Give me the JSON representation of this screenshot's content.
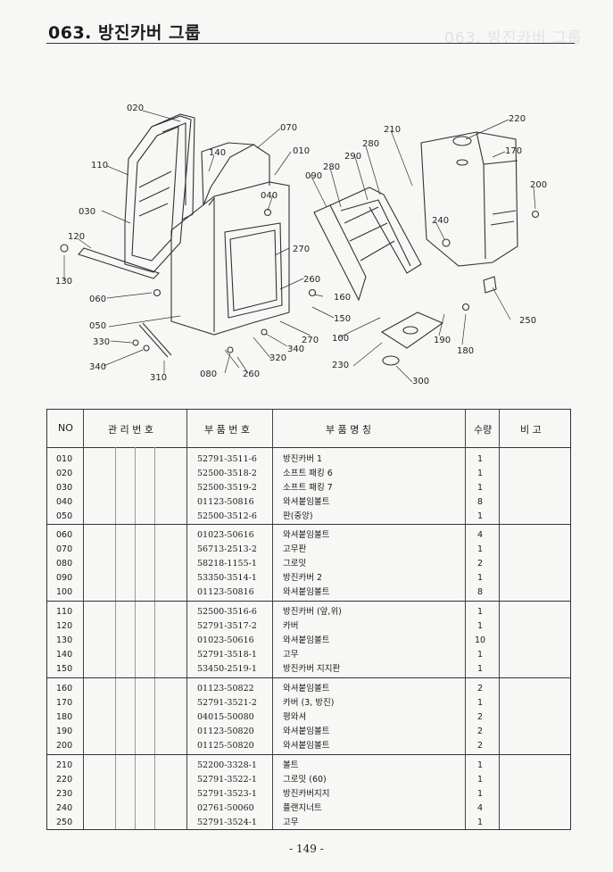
{
  "header": {
    "title": "063. 방진카버 그룹"
  },
  "diagram": {
    "callouts": [
      "020",
      "070",
      "010",
      "210",
      "280",
      "220",
      "170",
      "110",
      "140",
      "290",
      "280",
      "090",
      "040",
      "200",
      "030",
      "240",
      "120",
      "270",
      "130",
      "260",
      "160",
      "060",
      "150",
      "050",
      "270",
      "100",
      "330",
      "340",
      "190",
      "180",
      "340",
      "320",
      "230",
      "310",
      "080",
      "260",
      "300",
      "250"
    ]
  },
  "table": {
    "headers": {
      "no": "NO",
      "mgmt": "관 리 번 호",
      "part_no": "부 품 번 호",
      "name": "부 품 명 칭",
      "qty": "수량",
      "remark": "비 고"
    },
    "groups": [
      [
        {
          "no": "010",
          "part": "52791-3511-6",
          "name": "방진카버 1",
          "qty": "1"
        },
        {
          "no": "020",
          "part": "52500-3518-2",
          "name": "소프트 패킹 6",
          "qty": "1"
        },
        {
          "no": "030",
          "part": "52500-3519-2",
          "name": "소프트 패킹 7",
          "qty": "1"
        },
        {
          "no": "040",
          "part": "01123-50816",
          "name": "와셔붙임볼트",
          "qty": "8"
        },
        {
          "no": "050",
          "part": "52500-3512-6",
          "name": "판(중앙)",
          "qty": "1"
        }
      ],
      [
        {
          "no": "060",
          "part": "01023-50616",
          "name": "와셔붙임볼트",
          "qty": "4"
        },
        {
          "no": "070",
          "part": "56713-2513-2",
          "name": "고무판",
          "qty": "1"
        },
        {
          "no": "080",
          "part": "58218-1155-1",
          "name": "그로밋",
          "qty": "2"
        },
        {
          "no": "090",
          "part": "53350-3514-1",
          "name": "방진카버 2",
          "qty": "1"
        },
        {
          "no": "100",
          "part": "01123-50816",
          "name": "와셔붙임볼트",
          "qty": "8"
        }
      ],
      [
        {
          "no": "110",
          "part": "52500-3516-6",
          "name": "방진카버 (앞,위)",
          "qty": "1"
        },
        {
          "no": "120",
          "part": "52791-3517-2",
          "name": "카버",
          "qty": "1"
        },
        {
          "no": "130",
          "part": "01023-50616",
          "name": "와셔붙임볼트",
          "qty": "10"
        },
        {
          "no": "140",
          "part": "52791-3518-1",
          "name": "고무",
          "qty": "1"
        },
        {
          "no": "150",
          "part": "53450-2519-1",
          "name": "방진카버 지지판",
          "qty": "1"
        }
      ],
      [
        {
          "no": "160",
          "part": "01123-50822",
          "name": "와셔붙임볼트",
          "qty": "2"
        },
        {
          "no": "170",
          "part": "52791-3521-2",
          "name": "카버 (3, 방진)",
          "qty": "1"
        },
        {
          "no": "180",
          "part": "04015-50080",
          "name": "평와셔",
          "qty": "2"
        },
        {
          "no": "190",
          "part": "01123-50820",
          "name": "와셔붙임볼트",
          "qty": "2"
        },
        {
          "no": "200",
          "part": "01125-50820",
          "name": "와셔붙임볼트",
          "qty": "2"
        }
      ],
      [
        {
          "no": "210",
          "part": "52200-3328-1",
          "name": "볼트",
          "qty": "1"
        },
        {
          "no": "220",
          "part": "52791-3522-1",
          "name": "그로밋 (60)",
          "qty": "1"
        },
        {
          "no": "230",
          "part": "52791-3523-1",
          "name": "방진카버지지",
          "qty": "1"
        },
        {
          "no": "240",
          "part": "02761-50060",
          "name": "플랜지너트",
          "qty": "4"
        },
        {
          "no": "250",
          "part": "52791-3524-1",
          "name": "고무",
          "qty": "1"
        }
      ]
    ]
  },
  "footer": {
    "page_number": "- 149 -"
  }
}
